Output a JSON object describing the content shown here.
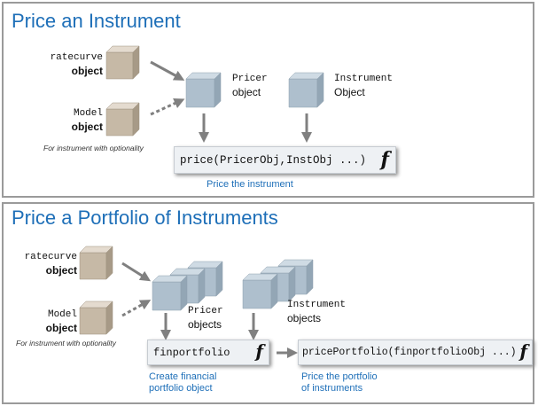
{
  "panel1": {
    "title": "Price an Instrument",
    "ratecurve": {
      "code": "ratecurve",
      "word": "object"
    },
    "model": {
      "code": "Model",
      "word": "object"
    },
    "optionality_note": "For instrument with optionality",
    "pricer": {
      "code": "Pricer",
      "word": "object"
    },
    "instrument": {
      "code": "Instrument",
      "word": "Object"
    },
    "function_box": {
      "code": "price(PricerObj,InstObj ...)",
      "icon": "f"
    },
    "caption": "Price the instrument"
  },
  "panel2": {
    "title": "Price a Portfolio of Instruments",
    "ratecurve": {
      "code": "ratecurve",
      "word": "object"
    },
    "model": {
      "code": "Model",
      "word": "object"
    },
    "optionality_note": "For instrument with optionality",
    "pricer": {
      "code": "Pricer",
      "word": "objects"
    },
    "instrument": {
      "code": "Instrument",
      "word": "objects"
    },
    "finportfolio_box": {
      "code": "finportfolio",
      "icon": "f"
    },
    "finportfolio_caption_1": "Create financial",
    "finportfolio_caption_2": "portfolio object",
    "priceportfolio_box": {
      "code": "pricePortfolio(finportfolioObj ...)",
      "icon": "f"
    },
    "priceportfolio_caption_1": "Price the portfolio",
    "priceportfolio_caption_2": "of instruments"
  },
  "colors": {
    "title_blue": "#1e6fb8",
    "input_cube": "#c6b9a6",
    "blue_cube": "#aebfcd",
    "arrow": "#808080",
    "border": "#9a9a9a"
  }
}
